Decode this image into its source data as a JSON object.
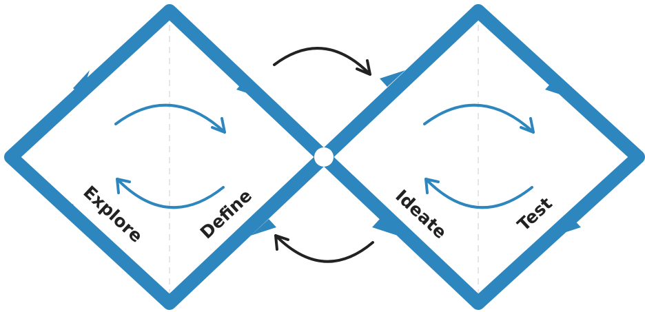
{
  "colors": {
    "diamond": "#2e86be",
    "cycle_arrow": "#2e86be",
    "transition_arrow": "#222222",
    "label": "#222222",
    "divider": "#dddddd",
    "background": "#ffffff"
  },
  "phases": {
    "explore": "Explore",
    "define": "Define",
    "ideate": "Ideate",
    "test": "Test"
  }
}
